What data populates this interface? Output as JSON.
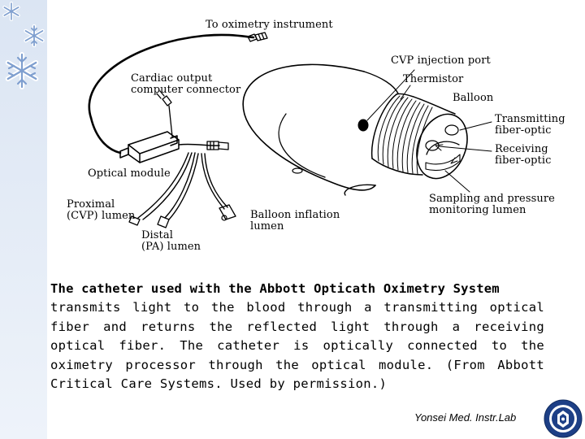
{
  "diagram": {
    "labels": {
      "to_oximetry": "To oximetry instrument",
      "cvp_injection_port": "CVP injection port",
      "thermistor": "Thermistor",
      "cardiac_output": "Cardiac output\ncomputer connector",
      "balloon": "Balloon",
      "transmitting": "Transmitting\nfiber-optic",
      "receiving": "Receiving\nfiber-optic",
      "optical_module": "Optical module",
      "proximal": "Proximal\n(CVP) lumen",
      "distal": "Distal\n(PA) lumen",
      "balloon_inflation": "Balloon inflation\nlumen",
      "sampling": "Sampling and pressure\nmonitoring lumen"
    }
  },
  "caption": {
    "title": "The catheter used with the Abbott Opticath Oximetry System",
    "body": "transmits light to the blood through a transmitting optical fiber and returns the reflected light through a receiving optical fiber. The catheter is optically connected to the oximetry processor through the optical module. (From Abbott Critical Care Systems. Used by permission.)"
  },
  "footer": {
    "lab": "Yonsei Med. Instr.Lab"
  },
  "colors": {
    "sidebar": "#dbe5f3",
    "snowflake": "#7f9fcf"
  }
}
